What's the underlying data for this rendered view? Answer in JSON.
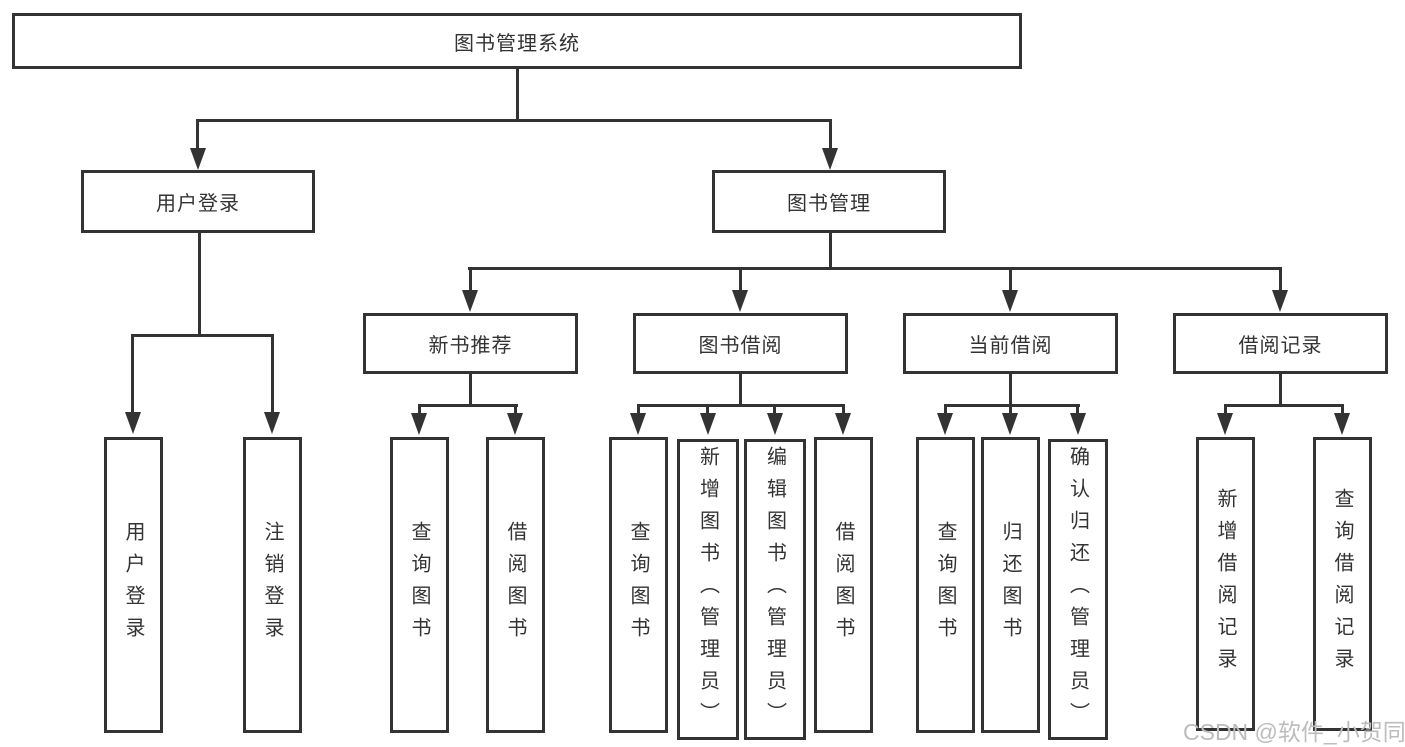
{
  "colors": {
    "line": "#333333",
    "text": "#333333",
    "watermark": "#bcbcbc",
    "background": "#ffffff"
  },
  "nodes": {
    "root": "图书管理系统",
    "user_login": "用户登录",
    "book_mgmt": "图书管理",
    "new_book_rec": "新书推荐",
    "book_borrowing": "图书借阅",
    "current_borrowing": "当前借阅",
    "borrowing_records": "借阅记录",
    "leaves": {
      "user_login": [
        "用户登录",
        "注销登录"
      ],
      "new_book_rec": [
        "查询图书",
        "借阅图书"
      ],
      "book_borrowing": [
        "查询图书",
        "新增图书（管理员）",
        "编辑图书（管理员）",
        "借阅图书"
      ],
      "current_borrowing": [
        "查询图书",
        "归还图书",
        "确认归还（管理员）"
      ],
      "borrowing_records": [
        "新增借阅记录",
        "查询借阅记录"
      ]
    }
  },
  "watermark": "CSDN @软件_小贺同学"
}
